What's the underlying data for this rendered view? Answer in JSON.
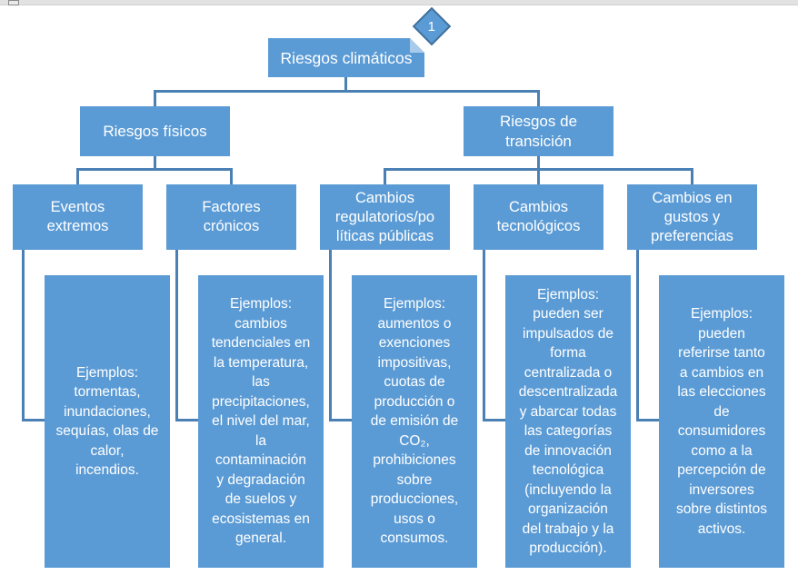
{
  "diagram": {
    "badge": "1",
    "root": "Riesgos climáticos",
    "branches": [
      {
        "label": "Riesgos físicos"
      },
      {
        "label": "Riesgos de\ntransición"
      }
    ],
    "categories": [
      {
        "label": "Eventos\nextremos",
        "example": "Ejemplos:\ntormentas,\ninundaciones,\nsequías, olas de\ncalor,\nincendios."
      },
      {
        "label": "Factores\ncrónicos",
        "example": "Ejemplos:\ncambios\ntendenciales en\nla temperatura,\nlas\nprecipitaciones,\nel nivel del mar,\nla\ncontaminación\ny degradación\nde suelos y\necosistemas en\ngeneral."
      },
      {
        "label": "Cambios\nregulatorios/po\nlíticas públicas",
        "example": "Ejemplos:\naumentos o\nexenciones\nimpositivas,\ncuotas de\nproducción o\nde emisión de\nCO₂,\nprohibiciones\nsobre\nproducciones,\nusos o\nconsumos."
      },
      {
        "label": "Cambios\ntecnológicos",
        "example": "Ejemplos:\npueden ser\nimpulsados de\nforma\ncentralizada o\ndescentralizada\ny abarcar todas\nlas categorías\nde innovación\ntecnológica\n(incluyendo la\norganización\ndel trabajo y la\nproducción)."
      },
      {
        "label": "Cambios en\ngustos y\npreferencias",
        "example": "Ejemplos:\npueden\nreferirse tanto\na cambios en\nlas elecciones\nde\nconsumidores\ncomo a la\npercepción de\ninversores\nsobre distintos\nactivos."
      }
    ],
    "colors": {
      "node_fill": "#5b9bd5",
      "connector": "#4b80b5",
      "diamond_border": "#41719c",
      "text": "#ffffff"
    }
  }
}
